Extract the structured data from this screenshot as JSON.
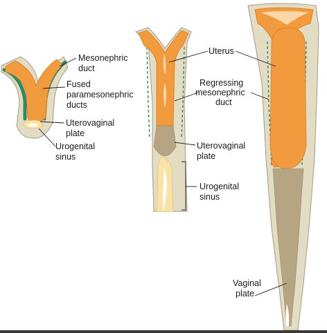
{
  "colors": {
    "tissue": "#e3dcc4",
    "tissue_edge": "#a39a80",
    "uterus_orange": "#f19a3e",
    "uterus_orange_light": "#f5b062",
    "vaginal_plate": "#b5a582",
    "sinus_yellow": "#f8e2a6",
    "mesonephric_green": "#2f8a5c",
    "line": "#1a1a1a"
  },
  "labels": {
    "mesonephric_duct": [
      "Mesonephric",
      "duct"
    ],
    "fused_paramesonephric": [
      "Fused",
      "paramesonephric",
      "ducts"
    ],
    "uterovaginal_plate_left": [
      "Uterovaginal",
      "plate"
    ],
    "urogenital_sinus_left": [
      "Urogenital",
      "sinus"
    ],
    "uterus": [
      "Uterus"
    ],
    "regressing_mesonephric": [
      "Regressing",
      "mesonephric",
      "duct"
    ],
    "uterovaginal_plate_mid": [
      "Uterovaginal",
      "plate"
    ],
    "urogenital_sinus_mid": [
      "Urogenital",
      "sinus"
    ],
    "vaginal_plate": [
      "Vaginal",
      "plate"
    ]
  }
}
